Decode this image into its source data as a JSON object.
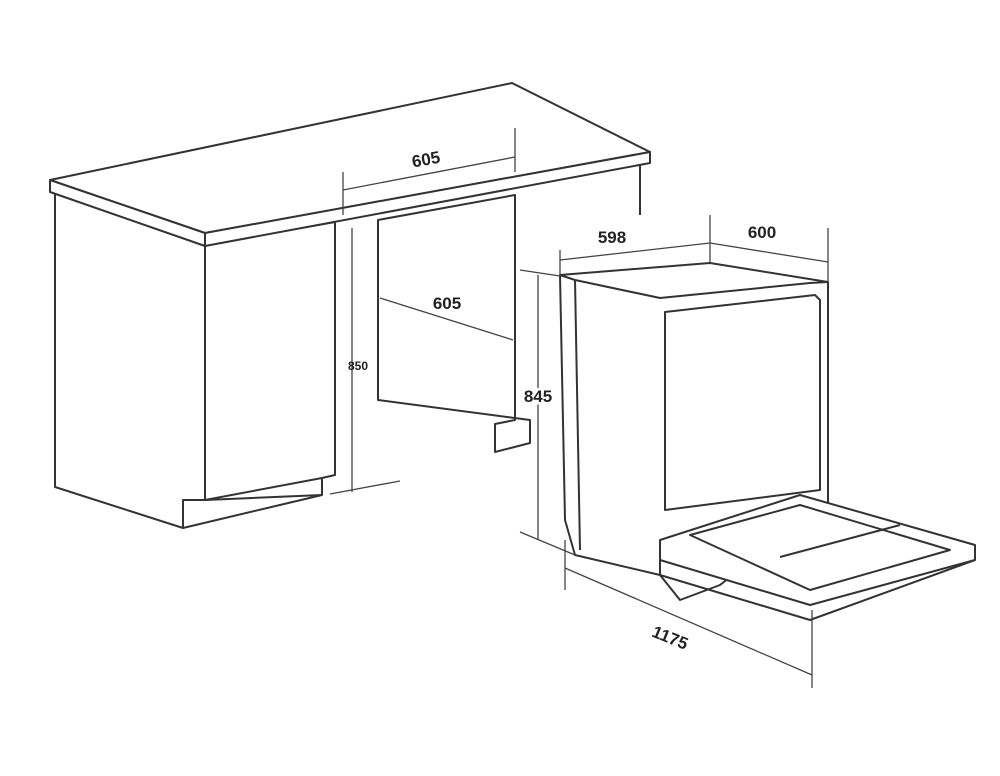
{
  "diagram": {
    "cabinet_dimensions": {
      "niche_width": "605",
      "niche_depth": "605",
      "niche_height": "850"
    },
    "appliance_dimensions": {
      "width": "598",
      "depth": "600",
      "height": "845",
      "depth_door_open": "1175"
    }
  }
}
